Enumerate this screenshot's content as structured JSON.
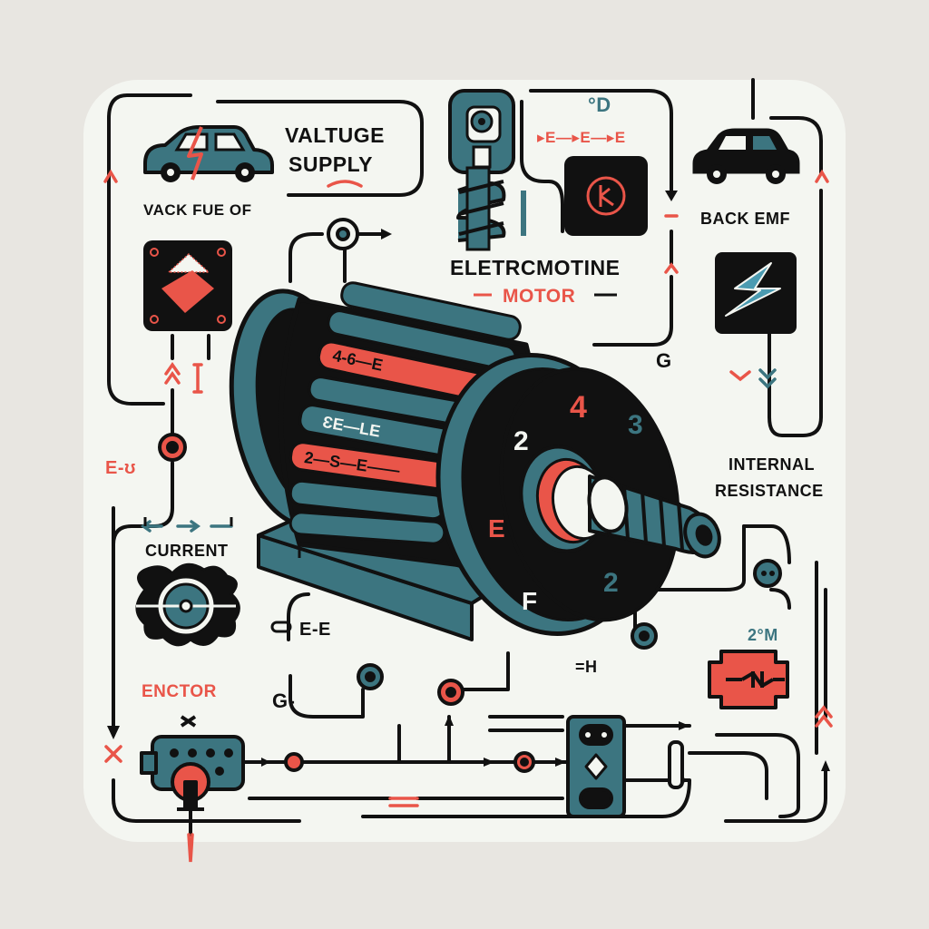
{
  "colors": {
    "background": "#e8e6e1",
    "panel": "#f4f6f1",
    "ink": "#111111",
    "teal": "#3c7580",
    "coral": "#e95549"
  },
  "labels": {
    "valtuge": "VALTUGE",
    "supply": "SUPPLY",
    "vack_fue_of": "VACK FUE OF",
    "eletrcmotine": "ELETRCMOTINE",
    "motor": "MOTOR",
    "back_emf": "BACK EMF",
    "internal": "INTERNAL",
    "resistance": "RESISTANCE",
    "current": "CURRENT",
    "enctor": "ENCTOR",
    "e_u": "E-ʊ",
    "g_mid": "G",
    "e_e": "E-E",
    "g_dash": "G-",
    "eq_h": "=H",
    "two_m": "2°M",
    "top_d": "°D",
    "top_arrows": "▸E—▸E—▸E"
  },
  "motor": {
    "winding_labels": [
      "4-6—E",
      "ƐE—LE",
      "2—S—E——"
    ],
    "face_labels": [
      "4",
      "3",
      "2",
      "E",
      "2",
      "F"
    ]
  },
  "icons": {
    "car_left": "car-icon",
    "car_right": "car-icon",
    "triangle_box": "triangle-diamond-icon",
    "lightning_box": "lightning-bolt-icon",
    "e_box": "letter-e-icon",
    "piston": "piston-icon",
    "coil_gear": "coil-gear-icon",
    "resistor": "resistor-icon",
    "battery": "battery-icon",
    "switch": "switch-icon"
  }
}
